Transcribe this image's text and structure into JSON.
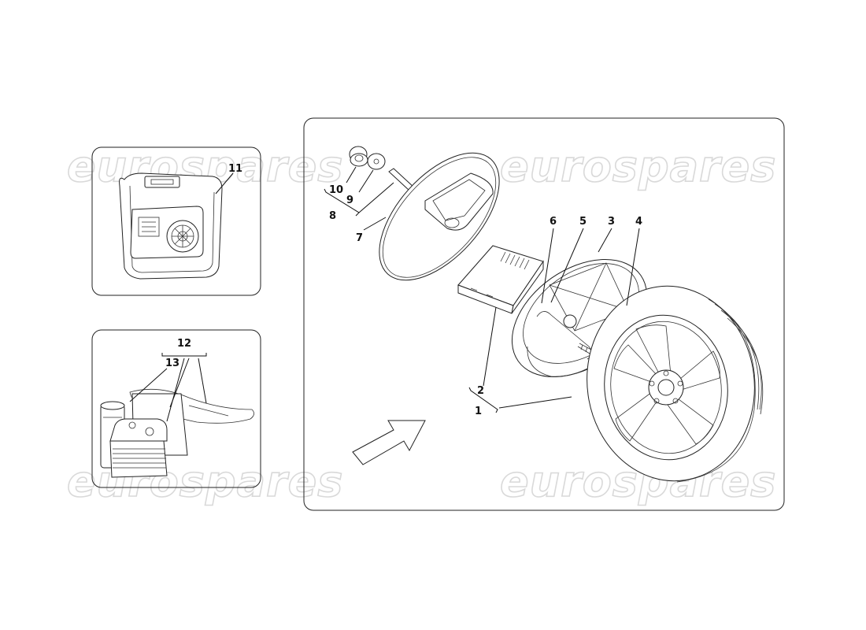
{
  "watermark": "eurospares",
  "panels": {
    "case_panel": {
      "labels": [
        "11"
      ]
    },
    "compressor_panel": {
      "labels": [
        "12",
        "13"
      ]
    },
    "main_panel": {
      "labels": [
        "1",
        "2",
        "3",
        "4",
        "5",
        "6",
        "7",
        "8",
        "9",
        "10"
      ]
    }
  },
  "callouts": {
    "p1": "1",
    "p2": "2",
    "p3": "3",
    "p4": "4",
    "p5": "5",
    "p6": "6",
    "p7": "7",
    "p8": "8",
    "p9": "9",
    "p10": "10",
    "p11": "11",
    "p12": "12",
    "p13": "13"
  },
  "icons": {
    "direction_arrow": "arrow-up-right-icon"
  }
}
